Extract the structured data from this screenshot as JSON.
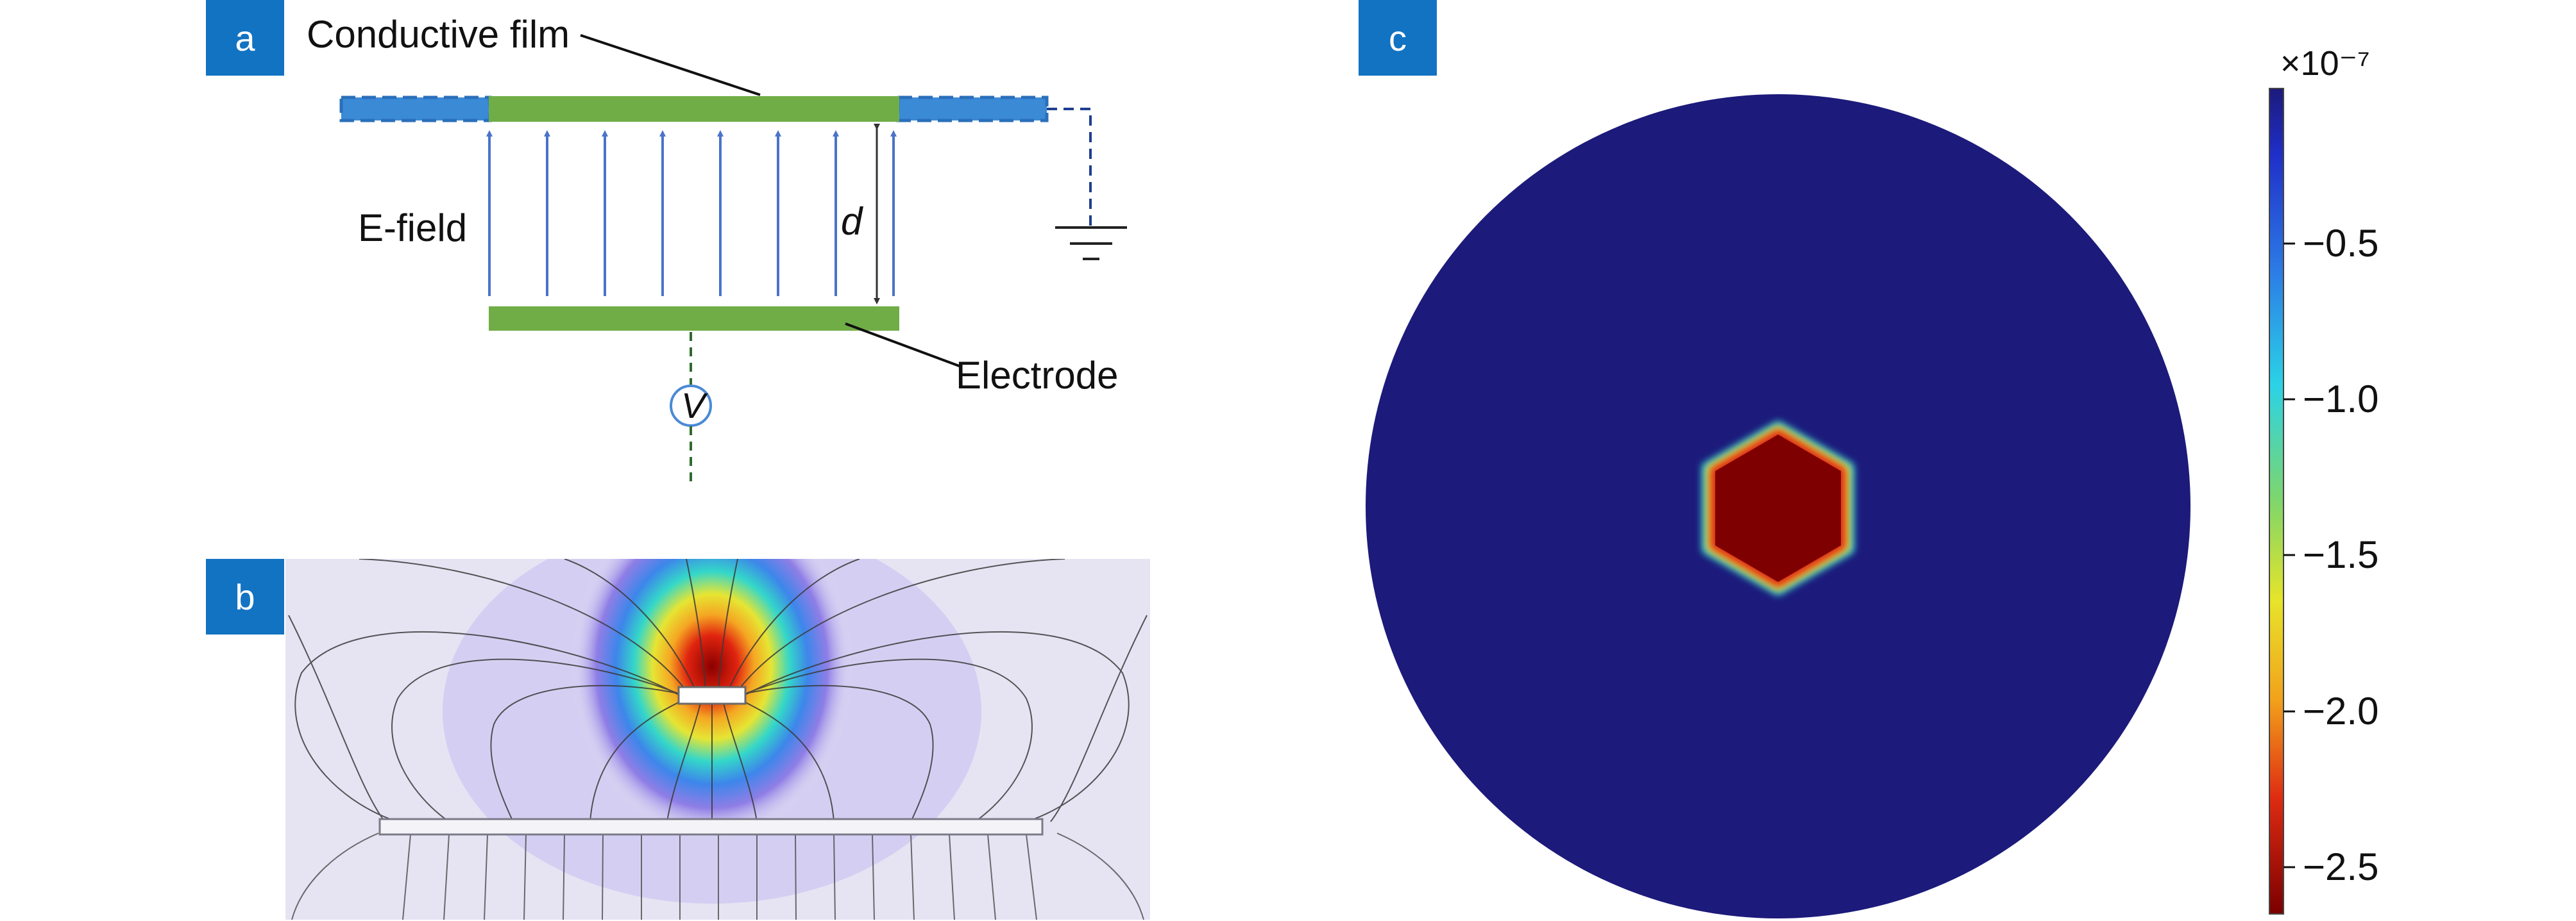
{
  "panels": {
    "a": {
      "badge": "a",
      "conductive_film_label": "Conductive film",
      "e_field_label": "E-field",
      "distance_label": "d",
      "electrode_label": "Electrode",
      "voltage_label": "V"
    },
    "b": {
      "badge": "b"
    },
    "c": {
      "badge": "c",
      "colorbar": {
        "exponent_label": "×10⁻⁷",
        "ticks": [
          "−0.5",
          "−1.0",
          "−1.5",
          "−2.0",
          "−2.5"
        ]
      }
    }
  },
  "colors": {
    "badge": "#1273c2",
    "film_green": "#70ad47",
    "film_blue": "#3a8ad6",
    "field_arrow": "#4a73c9",
    "map_background": "#1c1a7a",
    "hexagon_core": "#7f0000"
  }
}
